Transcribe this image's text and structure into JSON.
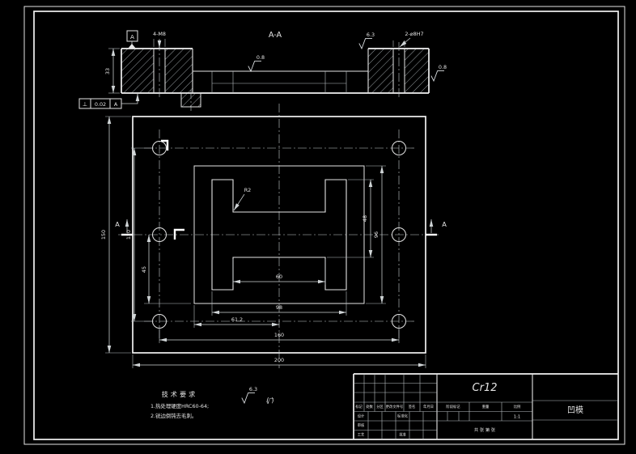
{
  "colors": {
    "background": "#000000",
    "line": "#e4e4e4"
  },
  "section_view": {
    "title": "A-A",
    "datum_label": "A",
    "thickness_dim": "33",
    "thread_callout": "4-M8",
    "pin_callout": "2-⌀8H7",
    "roughness_top": "6.3",
    "roughness_right": "0.8",
    "roughness_inner": "0.8",
    "tolerance": {
      "symbol": "⊥",
      "value": "0.02",
      "datum": "A"
    }
  },
  "plan_view": {
    "section_label_left": "A",
    "section_label_right": "A",
    "radius_callout": "R2",
    "dims": {
      "overall_width": "200",
      "overall_height": "150",
      "hole_spacing_vertical": "120",
      "hole_spacing_horizontal": "160",
      "center_to_cavity": "45",
      "web_length": "60",
      "flange_span": "98",
      "half_width": "61.2",
      "slot_height": "48",
      "cavity_height": "96"
    }
  },
  "tech_requirements": {
    "title": "技术要求",
    "items": [
      "1.热处理硬度HRC60-64;",
      "2.锐边倒钝去毛刺。"
    ],
    "roughness_other": "6.3",
    "roughness_wrap": "(  )"
  },
  "title_block": {
    "material": "Cr12",
    "part_name": "凹模",
    "scale_value": "1:1",
    "sheet_info": "共 张 第 张",
    "labels": {
      "mark": "标记",
      "count": "处数",
      "zone": "分区",
      "change_doc": "更改文件号",
      "signature": "签名",
      "date": "年月日",
      "design": "设计",
      "standardize": "标准化",
      "audit": "审核",
      "process": "工艺",
      "approve": "批准",
      "stage_mark": "阶段标记",
      "weight": "重量",
      "scale": "比例"
    }
  }
}
